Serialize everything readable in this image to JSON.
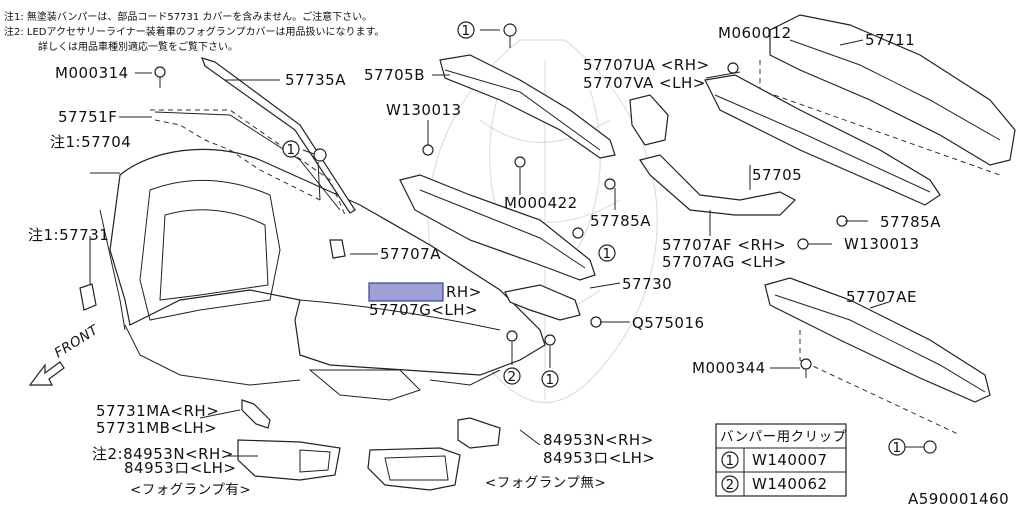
{
  "notes": {
    "note1": "注1: 無塗装バンパーは、部品コード57731 カバーを含みません。ご注意下さい。",
    "note2_line1": "注2: LEDアクセサリーライナー装着車のフォグランプカバーは用品扱いになります。",
    "note2_line2": "詳しくは用品車種別適応一覧をご覧下さい。"
  },
  "labels": {
    "p57735A": "57735A",
    "pM000314": "M000314",
    "p57751F": "57751F",
    "p57704": "注1:57704",
    "p57731": "注1:57731",
    "p57705B": "57705B",
    "pW130013a": "W130013",
    "pM000422": "M000422",
    "p57785Aa": "57785A",
    "p57707A": "57707A",
    "p57707UA": "57707UA <RH>",
    "p57707VA": "57707VA <LH>",
    "pM060012": "M060012",
    "p57711": "57711",
    "p57705": "57705",
    "p57785Ab": "57785A",
    "pW130013b": "W130013",
    "p57707AF": "57707AF <RH>",
    "p57707AG": "57707AG <LH>",
    "p57730": "57730",
    "p57707F_rh": "RH>",
    "p57707G": "57707G<LH>",
    "pQ575016": "Q575016",
    "p57707AE": "57707AE",
    "pM000344": "M000344",
    "p57731MA": "57731MA<RH>",
    "p57731MB": "57731MB<LH>",
    "p84953N_a": "注2:84953N<RH>",
    "p84953P_a": "84953ロ<LH>",
    "fog_with": "<フォグランプ有>",
    "p84953N_b": "84953N<RH>",
    "p84953P_b": "84953ロ<LH>",
    "fog_without": "<フォグランプ無>",
    "front": "FRONT",
    "callout1": "1",
    "callout2": "2",
    "diagram_code": "A590001460"
  },
  "clip_table": {
    "title": "バンパー用クリップ",
    "rows": [
      {
        "ref": "1",
        "part": "W140007"
      },
      {
        "ref": "2",
        "part": "W140062"
      }
    ]
  },
  "redaction": {
    "color": "#9ea1d4",
    "meaning": "covered label"
  }
}
